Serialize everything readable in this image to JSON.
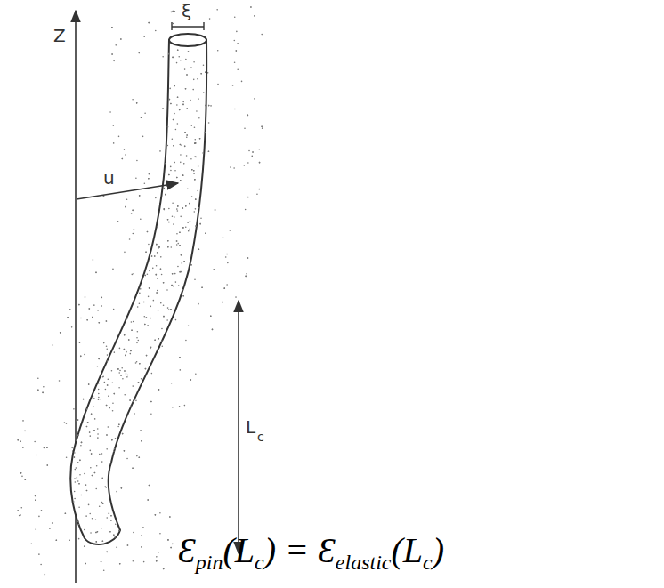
{
  "diagram": {
    "labels": [
      "ξ",
      "Z",
      "u",
      "L",
      "c",
      "Ɛ",
      "pin",
      "(L",
      "c",
      ") = Ɛ",
      "elastic",
      "(L",
      "c",
      ")"
    ]
  }
}
